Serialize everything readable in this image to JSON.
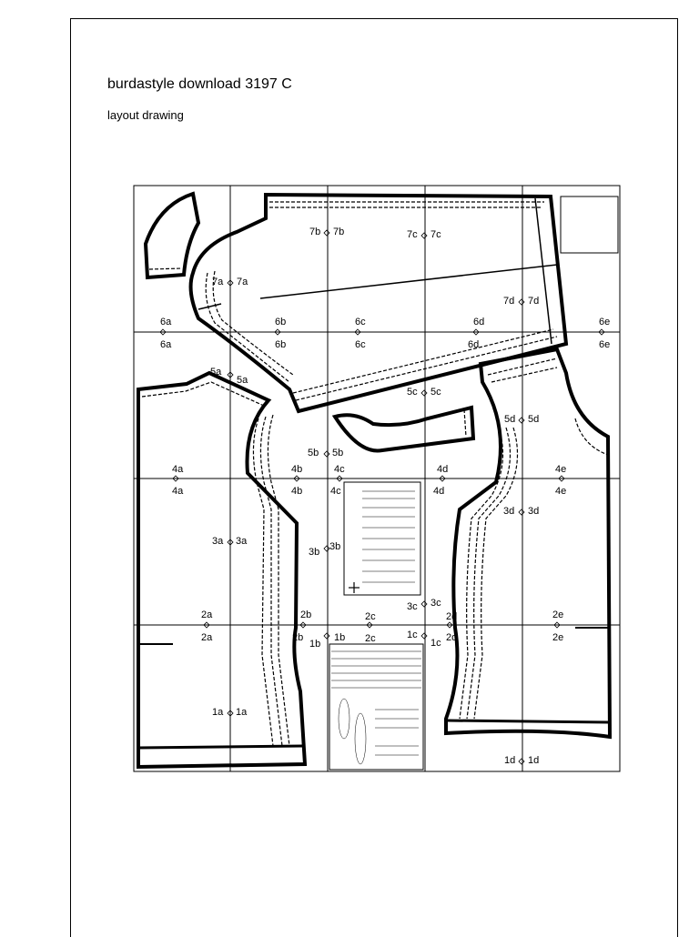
{
  "document": {
    "title": "burdastyle download 3197 C",
    "subtitle": "layout drawing"
  },
  "tile_labels": [
    {
      "id": "7b",
      "left": "7b",
      "right": "7b"
    },
    {
      "id": "7c",
      "left": "7c",
      "right": "7c"
    },
    {
      "id": "7a",
      "left": "7a",
      "right": "7a"
    },
    {
      "id": "7d",
      "left": "7d",
      "right": "7d"
    },
    {
      "id": "6a-top",
      "text": "6a"
    },
    {
      "id": "6a-bot",
      "text": "6a"
    },
    {
      "id": "6b-top",
      "text": "6b"
    },
    {
      "id": "6b-bot",
      "text": "6b"
    },
    {
      "id": "6c-top",
      "text": "6c"
    },
    {
      "id": "6c-bot",
      "text": "6c"
    },
    {
      "id": "6d-top",
      "text": "6d"
    },
    {
      "id": "6d-bot",
      "text": "6d"
    },
    {
      "id": "6e-top",
      "text": "6e"
    },
    {
      "id": "6e-bot",
      "text": "6e"
    },
    {
      "id": "5a",
      "left": "5a",
      "right": "5a"
    },
    {
      "id": "5c",
      "left": "5c",
      "right": "5c"
    },
    {
      "id": "5d",
      "left": "5d",
      "right": "5d"
    },
    {
      "id": "5b",
      "left": "5b",
      "right": "5b"
    },
    {
      "id": "4a-top",
      "text": "4a"
    },
    {
      "id": "4a-bot",
      "text": "4a"
    },
    {
      "id": "4b-top",
      "text": "4b"
    },
    {
      "id": "4b-bot",
      "text": "4b"
    },
    {
      "id": "4c-top",
      "text": "4c"
    },
    {
      "id": "4c-bot",
      "text": "4c"
    },
    {
      "id": "4d-top",
      "text": "4d"
    },
    {
      "id": "4d-bot",
      "text": "4d"
    },
    {
      "id": "4e-top",
      "text": "4e"
    },
    {
      "id": "4e-bot",
      "text": "4e"
    },
    {
      "id": "3d",
      "left": "3d",
      "right": "3d"
    },
    {
      "id": "3a",
      "left": "3a",
      "right": "3a"
    },
    {
      "id": "3b",
      "left": "3b",
      "right": "3b"
    },
    {
      "id": "3c",
      "left": "3c",
      "right": "3c"
    },
    {
      "id": "2a-top",
      "text": "2a"
    },
    {
      "id": "2a-bot",
      "text": "2a"
    },
    {
      "id": "2b-top",
      "text": "2b"
    },
    {
      "id": "2b-bot",
      "text": "2b"
    },
    {
      "id": "2c-top",
      "text": "2c"
    },
    {
      "id": "2c-bot",
      "text": "2c"
    },
    {
      "id": "2d-top",
      "text": "2d"
    },
    {
      "id": "2d-bot",
      "text": "2d"
    },
    {
      "id": "2e-top",
      "text": "2e"
    },
    {
      "id": "2e-bot",
      "text": "2e"
    },
    {
      "id": "1b",
      "left": "1b",
      "right": "1b"
    },
    {
      "id": "1c",
      "left": "1c",
      "right": "1c"
    },
    {
      "id": "1a",
      "left": "1a",
      "right": "1a"
    },
    {
      "id": "1d",
      "left": "1d",
      "right": "1d"
    }
  ]
}
